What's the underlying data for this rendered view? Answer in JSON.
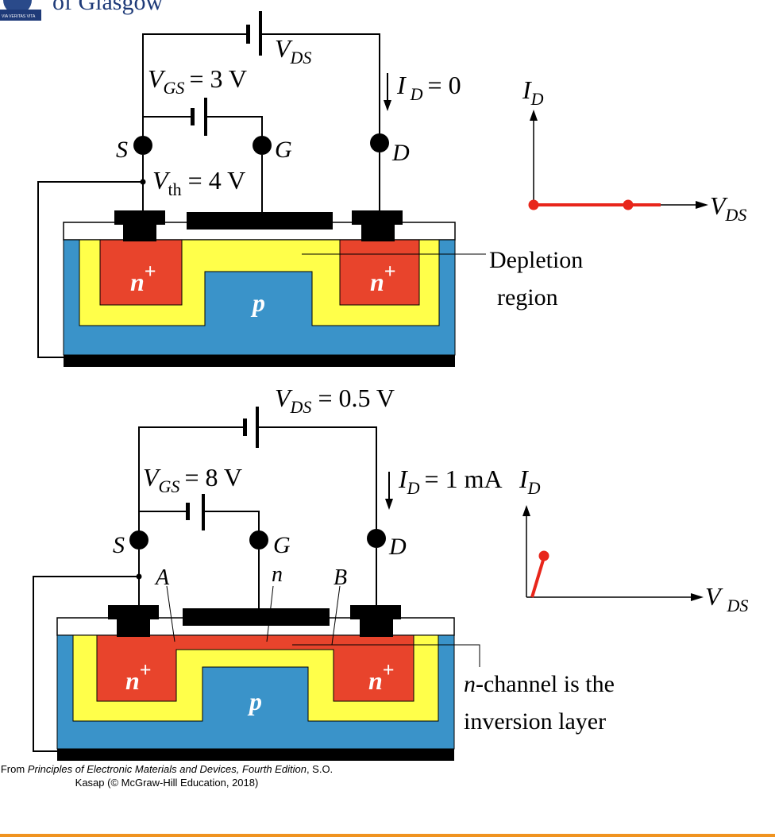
{
  "header": {
    "logo_text": "of Glasgow",
    "motto": "VIA VERITAS VITA"
  },
  "colors": {
    "substrate": "#3a93c9",
    "depletion": "#ffff4a",
    "n_plus": "#e8442c",
    "metal": "#000000",
    "oxide": "#ffffff",
    "wire": "#000000",
    "plot_trace": "#e8261b",
    "bottom_bar": "#f0931f"
  },
  "top_diagram": {
    "vds_label": "V",
    "vds_sub": "DS",
    "vgs_label": "V",
    "vgs_sub": "GS",
    "vgs_value": "= 3 V",
    "id_label": "I",
    "id_sub": "D",
    "id_value": "= 0",
    "s_label": "S",
    "g_label": "G",
    "d_label": "D",
    "vth_label": "V",
    "vth_sub": "th",
    "vth_value": "= 4 V",
    "n_plus_left": "n",
    "n_plus_right": "n",
    "plus": "+",
    "p_label": "p",
    "depletion_line1": "Depletion",
    "depletion_line2": "region",
    "plot_y_label": "I",
    "plot_y_sub": "D",
    "plot_x_label": "V",
    "plot_x_sub": "DS"
  },
  "bottom_diagram": {
    "vds_label": "V",
    "vds_sub": "DS",
    "vds_value": "= 0.5 V",
    "vgs_label": "V",
    "vgs_sub": "GS",
    "vgs_value": "= 8 V",
    "id_label": "I",
    "id_sub": "D",
    "id_value": "= 1 mA",
    "s_label": "S",
    "g_label": "G",
    "d_label": "D",
    "a_label": "A",
    "n_label": "n",
    "b_label": "B",
    "n_plus_left": "n",
    "n_plus_right": "n",
    "plus": "+",
    "p_label": "p",
    "channel_italic": "n",
    "channel_line1": "-channel is the",
    "channel_line2": "inversion layer",
    "plot_y_label": "I",
    "plot_y_sub": "D",
    "plot_x_label": "V",
    "plot_x_sub": "DS"
  },
  "caption": {
    "prefix": "From ",
    "book": "Principles of Electronic Materials and Devices, Fourth Edition",
    "suffix": ", S.O. Kasap (© McGraw-Hill Education, 2018)"
  }
}
